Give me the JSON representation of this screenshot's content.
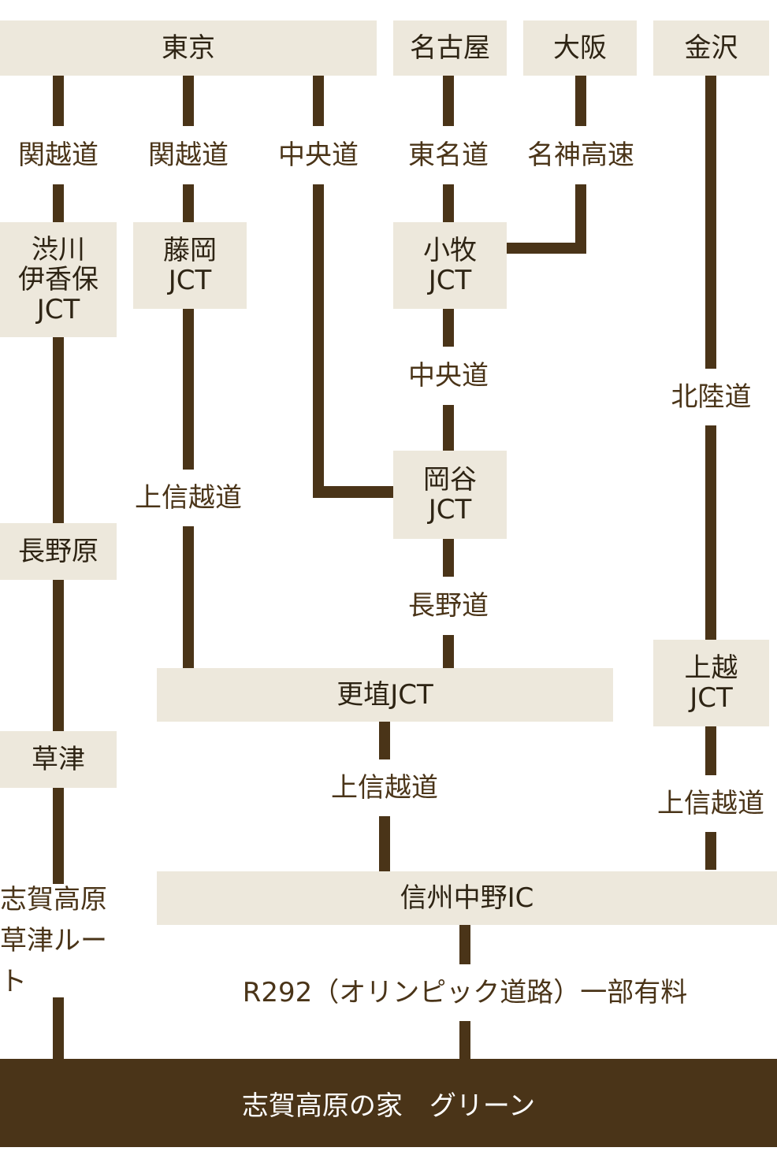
{
  "cities": {
    "tokyo": "東京",
    "nagoya": "名古屋",
    "osaka": "大阪",
    "kanazawa": "金沢"
  },
  "roads": {
    "kanetsu_1": "関越道",
    "kanetsu_2": "関越道",
    "chuo_from_tokyo": "中央道",
    "tomei": "東名道",
    "meishin": "名神高速",
    "chuo_from_komaki": "中央道",
    "hokuriku": "北陸道",
    "joshinetsu_from_fujioka": "上信越道",
    "nagano_do": "長野道",
    "joshinetsu_from_koshoku": "上信越道",
    "joshinetsu_from_joetsu": "上信越道",
    "shiga_kusatsu_route": "志賀高原\n草津ルート",
    "r292": "R292（オリンピック道路）一部有料"
  },
  "nodes": {
    "shibukawa_ikaho": "渋川\n伊香保\nJCT",
    "fujioka": "藤岡\nJCT",
    "komaki": "小牧\nJCT",
    "okaya": "岡谷\nJCT",
    "naganohara": "長野原",
    "koshoku": "更埴JCT",
    "joetsu": "上越\nJCT",
    "kusatsu": "草津",
    "shinshu_nakano": "信州中野IC"
  },
  "destination": "志賀高原の家　グリーン",
  "colors": {
    "line": "#4a3418",
    "box": "#ede8dc",
    "text": "#3e2a14",
    "destination_bg": "#4a3418",
    "destination_text": "#ffffff"
  }
}
